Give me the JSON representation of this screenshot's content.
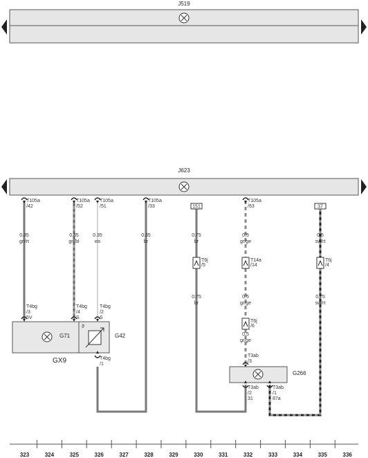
{
  "units": {
    "j519": "J519",
    "j623": "J623",
    "gx9": "GX9",
    "g71": "G71",
    "g42": "G42",
    "g266": "G266"
  },
  "connectors": {
    "t105a_42": [
      "T105a",
      "/42"
    ],
    "t105a_52": [
      "T105a",
      "/52"
    ],
    "t105a_51": [
      "T105a",
      "/51"
    ],
    "t105a_33": [
      "T105a",
      "/33"
    ],
    "t105a_63": [
      "T105a",
      "/63"
    ],
    "box_151": "151",
    "box_37": "37",
    "t6j_5": [
      "T6j",
      "/5"
    ],
    "t14a_14": [
      "T14a",
      "/14"
    ],
    "t6j_4": [
      "T6j",
      "/4"
    ],
    "t6j_6": [
      "T6j",
      "/6"
    ],
    "t4bg_3": [
      "T4bg",
      "/3",
      "5V"
    ],
    "t4bg_4": [
      "T4bg",
      "/4",
      "S"
    ],
    "t4bg_2": [
      "T4bg",
      "/2",
      "S"
    ],
    "t4bg_1": [
      "T4bg",
      "/1"
    ],
    "t3ab_3": [
      "T3ab",
      "/3"
    ],
    "t3ab_2": [
      "T3ab",
      "/2",
      "31"
    ],
    "t3ab_1": [
      "T3ab",
      "/1",
      "87a"
    ]
  },
  "wires": {
    "w323": [
      "0.35",
      "gn/rt"
    ],
    "w325": [
      "0.35",
      "gn/bl"
    ],
    "w326": [
      "0.35",
      "ws"
    ],
    "w328": [
      "0.35",
      "br"
    ],
    "w330a": [
      "0.75",
      "br"
    ],
    "w330b": [
      "0.75",
      "br"
    ],
    "w332a": [
      "0.5",
      "gr/ge"
    ],
    "w332b": [
      "0.5",
      "gr/ge"
    ],
    "w332c": [
      "0.5",
      "gr/ge"
    ],
    "w335a": [
      "0.5",
      "sw/rt"
    ],
    "w335b": [
      "0.75",
      "sw/rt"
    ]
  },
  "columns": [
    "323",
    "324",
    "325",
    "326",
    "327",
    "328",
    "329",
    "330",
    "331",
    "332",
    "333",
    "334",
    "335",
    "336"
  ],
  "colors": {
    "wire_grey": "#7a7a7a",
    "bus_fill": "#e6e6e6",
    "component_fill": "#e8e8e8",
    "stroke": "#555555",
    "arrow": "#222222"
  }
}
